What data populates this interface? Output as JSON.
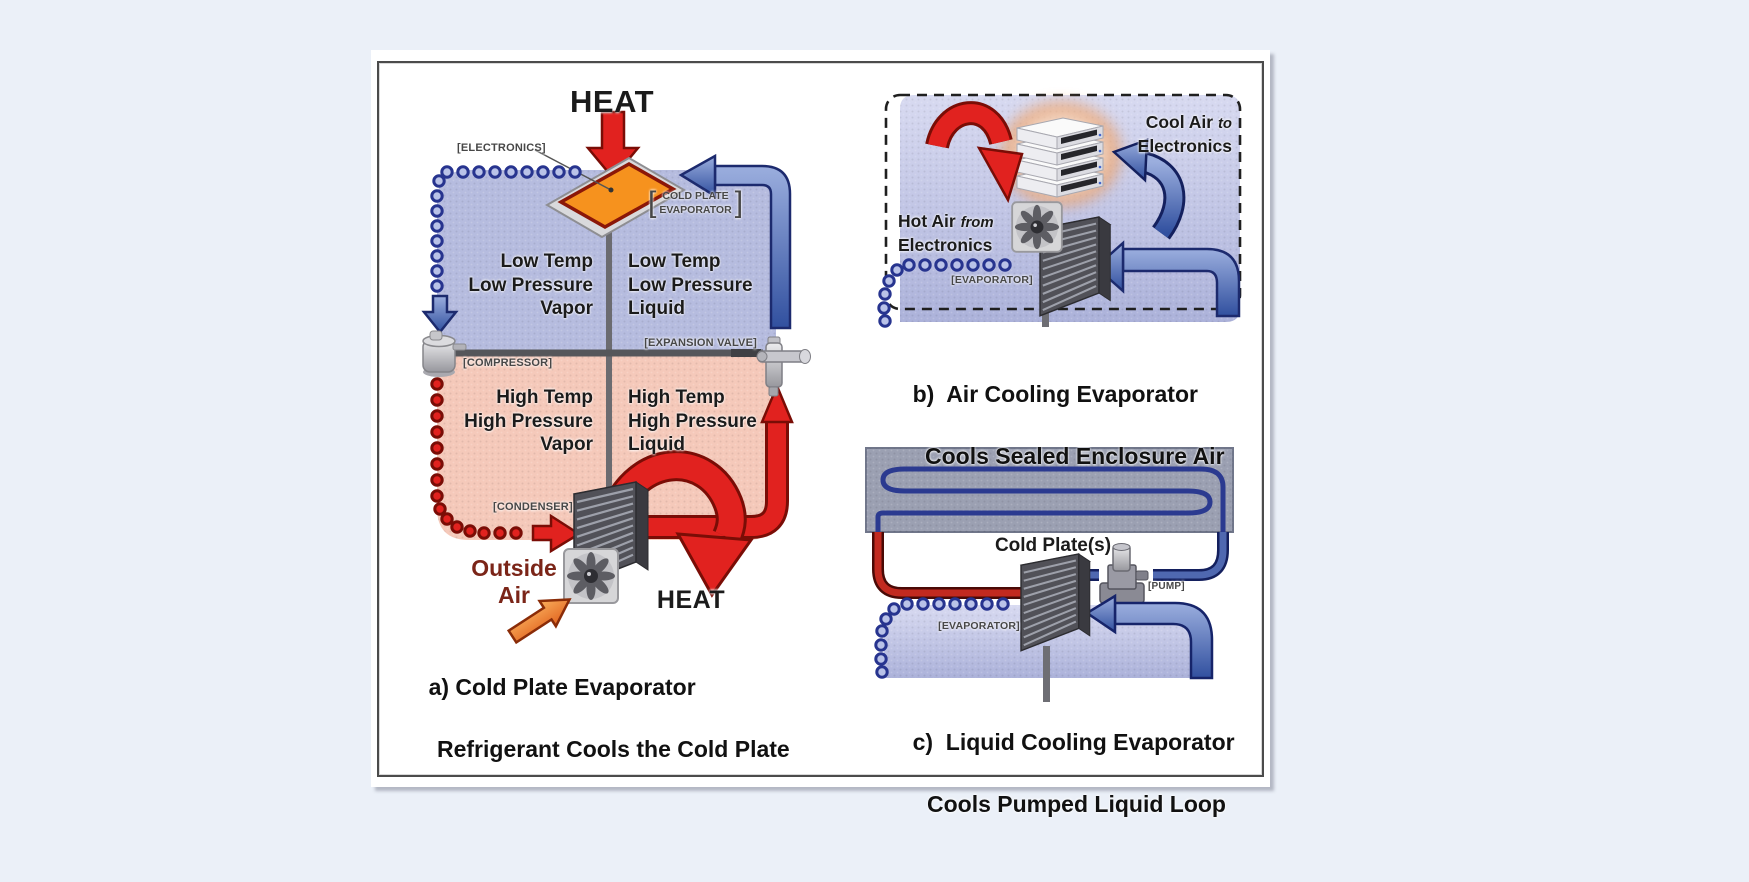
{
  "diagram_a": {
    "heat_in_label": "HEAT",
    "electronics_label": "[ELECTRONICS]",
    "cold_plate_evaporator_line1": "COLD PLATE",
    "cold_plate_evaporator_line2": "EVAPORATOR",
    "quadrant_top_left": "Low Temp\nLow Pressure\nVapor",
    "quadrant_top_right": "Low Temp\nLow Pressure\nLiquid",
    "quadrant_bottom_left": "High Temp\nHigh Pressure\nVapor",
    "quadrant_bottom_right": "High Temp\nHigh Pressure\nLiquid",
    "compressor_label": "[COMPRESSOR]",
    "expansion_valve_label": "[EXPANSION VALVE]",
    "condenser_label": "[CONDENSER]",
    "outside_air_label": "Outside\nAir",
    "heat_out_label": "HEAT",
    "caption_line1": "a) Cold Plate Evaporator",
    "caption_line2": "Refrigerant Cools the Cold Plate"
  },
  "diagram_b": {
    "cool_air_text": "Cool Air",
    "cool_air_emphasis": "to",
    "cool_air_line2": "Electronics",
    "hot_air_text": "Hot Air",
    "hot_air_emphasis": "from",
    "hot_air_line2": "Electronics",
    "evaporator_label": "[EVAPORATOR]",
    "caption_line1": "b)  Air Cooling Evaporator",
    "caption_line2": "Cools Sealed Enclosure Air"
  },
  "diagram_c": {
    "cold_plates_label": "Cold Plate(s)",
    "pump_label": "[PUMP]",
    "evaporator_label": "[EVAPORATOR]",
    "caption_line1": "c)  Liquid Cooling Evaporator",
    "caption_line2": "Cools Pumped Liquid Loop"
  },
  "colors": {
    "page_background": "#EBF0F8",
    "panel_border": "#4B4B4B",
    "cold_region_blue": "#B6BCDF",
    "hot_region_pink": "#F5C9BA",
    "enclosure_lavender": "#C4C8E8",
    "hot_arrow_red": "#E1221F",
    "cold_arrow_blue": "#445FAC",
    "electronics_orange": "#F6921E",
    "outside_air_text": "#7B2518",
    "cold_plate_gray": "#9BA0B2",
    "component_label_text": "#474747"
  }
}
